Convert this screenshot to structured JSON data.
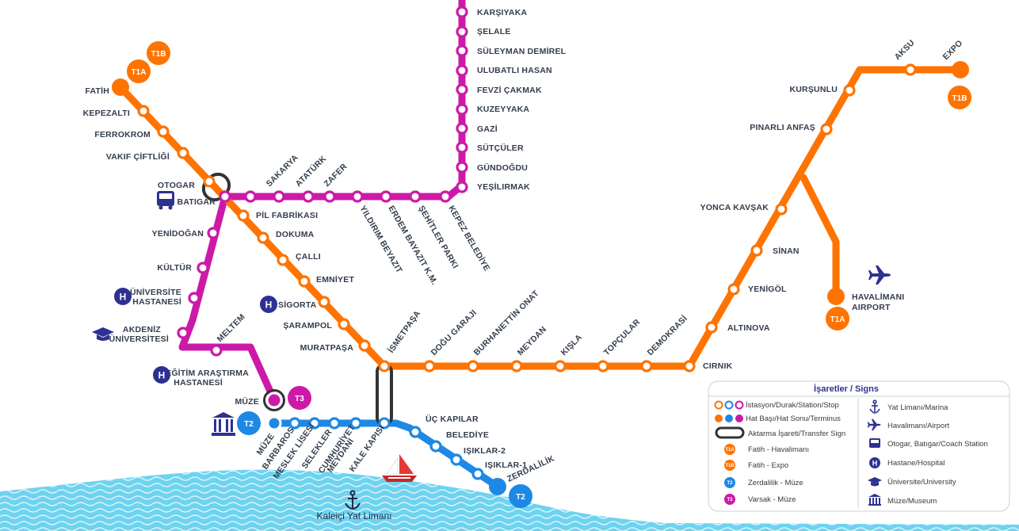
{
  "colors": {
    "t1": "#ff7300",
    "t2": "#1e88e5",
    "t3": "#cc1aa8",
    "icon": "#2e3192",
    "sea": "#6ed3ef",
    "transfer": "#333333"
  },
  "lines": {
    "t1a": {
      "badge": "T1A",
      "legend": "Fatih - Havalimanı"
    },
    "t1b": {
      "badge": "T1B",
      "legend": "Fatih - Expo"
    },
    "t2": {
      "badge": "T2",
      "legend": "Zerdalilik - Müze"
    },
    "t3": {
      "badge": "T3",
      "legend": "Varsak - Müze"
    }
  },
  "stations": {
    "t1": [
      "FATİH",
      "KEPEZALTI",
      "FERROKROM",
      "VAKIF ÇİFTLİĞİ",
      "OTOGAR",
      "BATIGAR",
      "PİL FABRİKASI",
      "DOKUMA",
      "ÇALLI",
      "EMNİYET",
      "SİGORTA",
      "ŞARAMPOL",
      "MURATPAŞA",
      "İSMETPAŞA",
      "DOĞU GARAJI",
      "BURHANETTİN ONAT",
      "MEYDAN",
      "KIŞLA",
      "TOPÇULAR",
      "DEMOKRASİ",
      "CIRNIK",
      "ALTINOVA",
      "YENİGÖL",
      "SİNAN",
      "YONCA KAVŞAK",
      "PINARLI ANFAŞ",
      "KURŞUNLU",
      "AKSU",
      "EXPO",
      "HAVALİMANI",
      "AIRPORT"
    ],
    "t3_north": [
      "KARŞIYAKA",
      "ŞELALE",
      "SÜLEYMAN DEMİREL",
      "ULUBATLI HASAN",
      "FEVZİ ÇAKMAK",
      "KUZEYYAKA",
      "GAZİ",
      "SÜTÇÜLER",
      "GÜNDOĞDU",
      "YEŞİLIRMAK"
    ],
    "t3_east": [
      "SAKARYA",
      "ATATÜRK",
      "ZAFER",
      "YILDIRIM BEYAZIT",
      "ERDEM BAYAZIT K.M.",
      "ŞEHİTLER PARKI",
      "KEPEZ BELEDİYE"
    ],
    "t3_south": [
      "YENİDOĞAN",
      "KÜLTÜR",
      "ÜNİVERSİTE",
      "HASTANESİ",
      "AKDENİZ",
      "ÜNİVERSİTESİ",
      "MELTEM",
      "EĞİTİM ARAŞTIRMA",
      "HASTANESİ",
      "MÜZE"
    ],
    "t2": [
      "MÜZE",
      "BARBAROS",
      "MESLEK LİSESİ",
      "SELEKLER",
      "CUMHURİYET",
      "MEYDANI",
      "KALE KAPISI",
      "ÜÇ KAPILAR",
      "BELEDİYE",
      "IŞIKLAR-2",
      "IŞIKLAR-1",
      "ZERDALİLİK"
    ]
  },
  "harbor": {
    "label": "Kaleiçi Yat Limanı"
  },
  "legend": {
    "title": "İşaretler / Signs",
    "left": [
      "İstasyon/Durak/Station/Stop",
      "Hat Başı/Hat Sonu/Terminus",
      "Aktarma İşareti/Transfer Sign"
    ],
    "right": [
      "Yat Limanı/Marina",
      "Havalimanı/Airport",
      "Otogar, Batıgar/Coach Station",
      "Hastane/Hospital",
      "Üniversite/University",
      "Müze/Museum"
    ]
  },
  "icons": [
    "bus-icon",
    "hospital-icon",
    "university-icon",
    "museum-icon",
    "airplane-icon",
    "anchor-icon",
    "sailboat-icon"
  ]
}
